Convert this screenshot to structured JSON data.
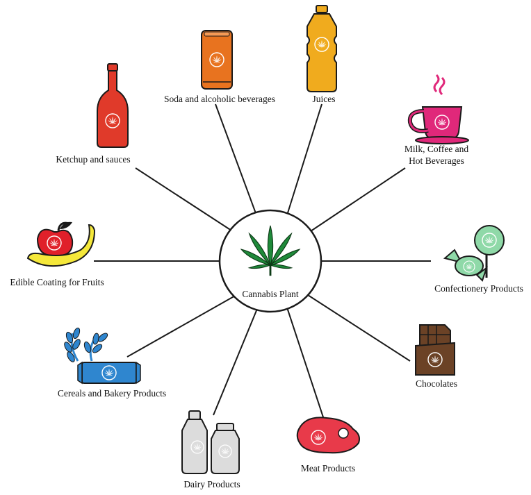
{
  "center": {
    "label": "Cannabis Plant"
  },
  "items": [
    {
      "key": "soda",
      "label": "Soda and alcoholic beverages",
      "icon": "soda-can-icon",
      "color": "#e8731f"
    },
    {
      "key": "juices",
      "label": "Juices",
      "icon": "juice-bottle-icon",
      "color": "#f0ab1e"
    },
    {
      "key": "milk",
      "label_lines": [
        "Milk, Coffee and",
        "Hot Beverages"
      ],
      "icon": "hot-cup-icon",
      "color": "#e0287a"
    },
    {
      "key": "confectionery",
      "label": "Confectionery Products",
      "icon": "candy-lollipop-icon",
      "color": "#8fd9a8"
    },
    {
      "key": "chocolates",
      "label": "Chocolates",
      "icon": "chocolate-bar-icon",
      "color": "#6b4226"
    },
    {
      "key": "meat",
      "label": "Meat Products",
      "icon": "steak-icon",
      "color": "#e83a4a"
    },
    {
      "key": "dairy",
      "label": "Dairy Products",
      "icon": "milk-bottles-icon",
      "color": "#dcdcdc"
    },
    {
      "key": "cereals",
      "label": "Cereals and Bakery Products",
      "icon": "wheat-bar-icon",
      "color": "#2f86cf"
    },
    {
      "key": "coating",
      "label": "Edible Coating for Fruits",
      "icon": "apple-banana-icon",
      "color": "#f5e83a"
    },
    {
      "key": "ketchup",
      "label": "Ketchup and sauces",
      "icon": "ketchup-bottle-icon",
      "color": "#e03a2a"
    }
  ]
}
